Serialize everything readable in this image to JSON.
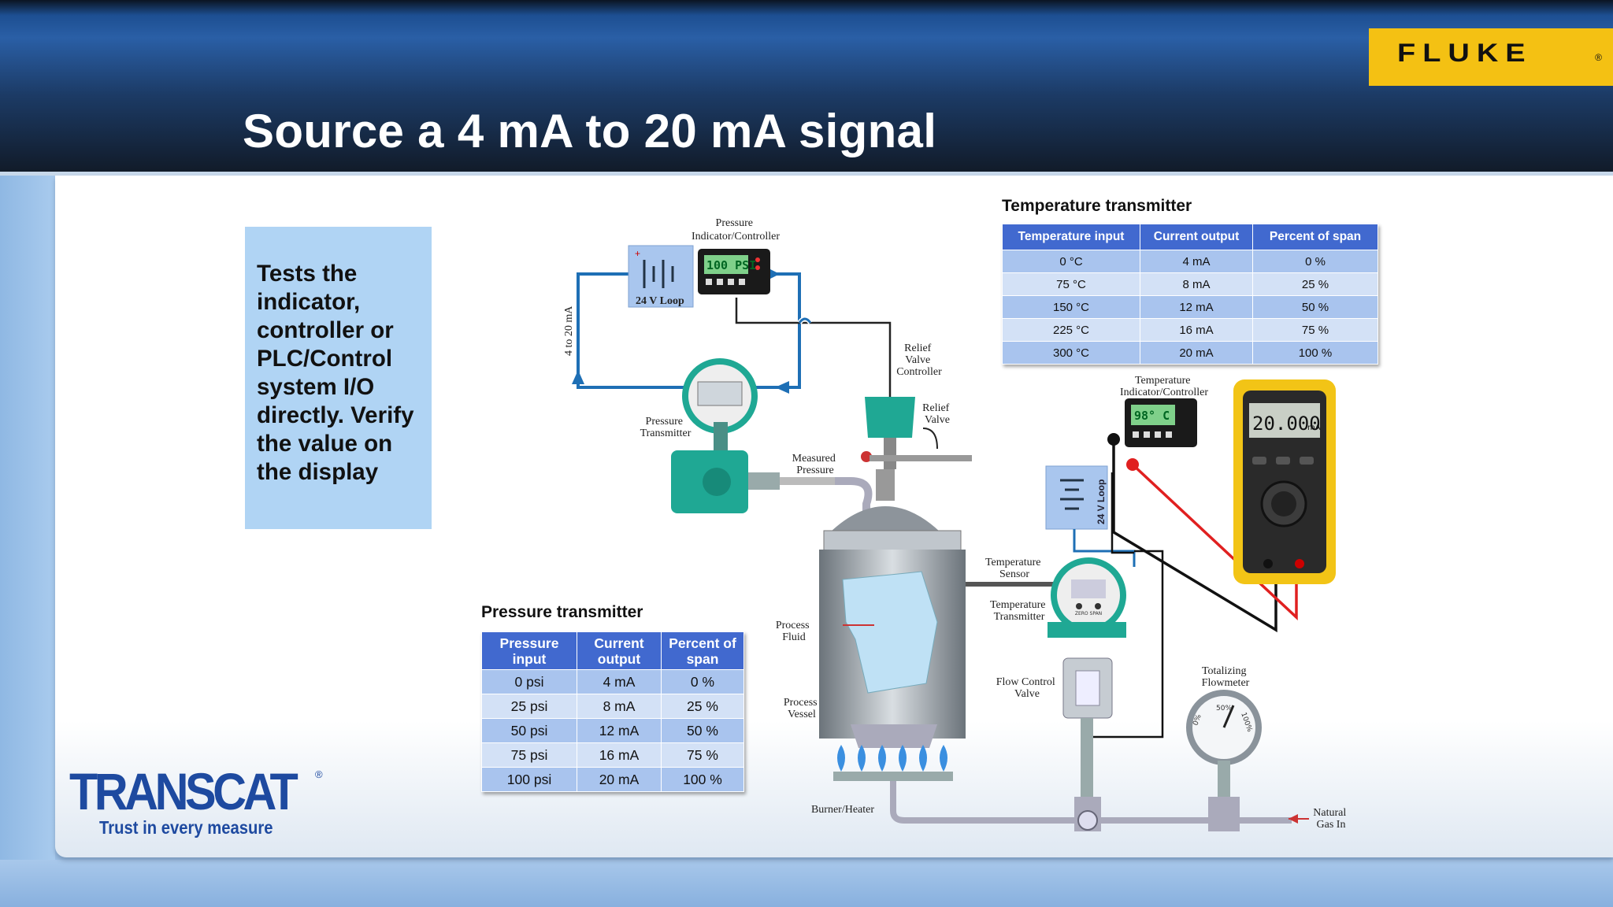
{
  "slide": {
    "title": "Source a 4 mA to 20 mA signal",
    "brand_logo": "FLUKE",
    "brand_reg": "®",
    "callout": "Tests the indicator, controller or PLC/Control system I/O directly. Verify the value on the display",
    "company_logo": "TRANSCAT",
    "company_reg": "®",
    "company_tagline": "Trust in every measure",
    "colors": {
      "header_blue": "#2a5fa6",
      "fluke_yellow": "#f4c113",
      "table_header": "#4169cf",
      "row_dark": "#a9c4ee",
      "row_light": "#d3e1f6",
      "pipe": "#1e6fb5",
      "device_teal": "#1fa894",
      "wire_red": "#e02020"
    }
  },
  "pressure_table": {
    "title": "Pressure transmitter",
    "headers": [
      "Pressure input",
      "Current output",
      "Percent of span"
    ],
    "rows": [
      [
        "0 psi",
        "4 mA",
        "0 %"
      ],
      [
        "25 psi",
        "8 mA",
        "25 %"
      ],
      [
        "50 psi",
        "12 mA",
        "50 %"
      ],
      [
        "75 psi",
        "16 mA",
        "75 %"
      ],
      [
        "100 psi",
        "20 mA",
        "100 %"
      ]
    ]
  },
  "temperature_table": {
    "title": "Temperature transmitter",
    "headers": [
      "Temperature input",
      "Current  output",
      "Percent  of span"
    ],
    "rows": [
      [
        "0  °C",
        "4 mA",
        "0 %"
      ],
      [
        "75 °C",
        "8 mA",
        "25 %"
      ],
      [
        "150 °C",
        "12 mA",
        "50 %"
      ],
      [
        "225 °C",
        "16 mA",
        "75 %"
      ],
      [
        "300 °C",
        "20 mA",
        "100 %"
      ]
    ]
  },
  "diagram": {
    "labels": {
      "pressure_indicator": [
        "Pressure",
        "Indicator/Controller"
      ],
      "loop_current": "4 to 20 mA",
      "loop_supply": "24 V Loop",
      "loop_supply_2": "24 V Loop",
      "pressure_display": "100 PSI",
      "pressure_transmitter": [
        "Pressure",
        "Transmitter"
      ],
      "relief_controller": [
        "Relief",
        "Valve",
        "Controller"
      ],
      "relief_valve": [
        "Relief",
        "Valve"
      ],
      "measured_pressure": [
        "Measured",
        "Pressure"
      ],
      "temp_indicator": [
        "Temperature",
        "Indicator/Controller"
      ],
      "temp_display": "98° C",
      "calibrator_display": "20.000",
      "calibrator_unit": "mA",
      "temp_sensor": [
        "Temperature",
        "Sensor"
      ],
      "temp_transmitter": [
        "Temperature",
        "Transmitter"
      ],
      "zero_span": "ZERO  SPAN",
      "process_fluid": [
        "Process",
        "Fluid"
      ],
      "process_vessel": [
        "Process",
        "Vessel"
      ],
      "flow_valve": [
        "Flow Control",
        "Valve"
      ],
      "flowmeter": [
        "Totalizing",
        "Flowmeter"
      ],
      "gauge_0": "0%",
      "gauge_50": "50%",
      "gauge_100": "100%",
      "burner": "Burner/Heater",
      "natural_gas": [
        "Natural",
        "Gas In"
      ]
    }
  }
}
